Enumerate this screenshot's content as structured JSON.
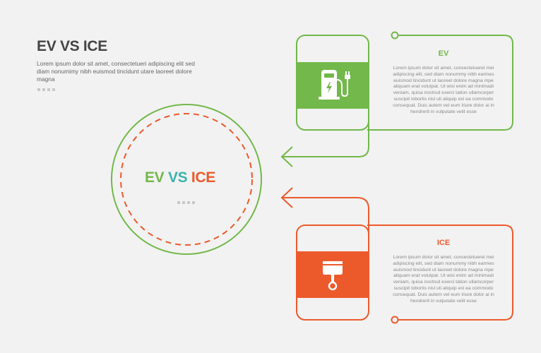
{
  "header": {
    "title": "EV VS ICE",
    "description": "Lorem ipsum dolor sit amet, consectetueri adipiscing elit sed diam nonumimy nibh euismod tincidunt utare laoreet dolore magna"
  },
  "center": {
    "part1": "EV",
    "part2": "VS",
    "part3": "ICE"
  },
  "panels": [
    {
      "title": "EV",
      "icon": "ev-charging-station-icon",
      "text": "Lorem ipsum dolor sit amet, consectetuerei mei adipiscing elit, sed diam nonummy nibh earmes euismod tincidunt ut laoreet dolore magna mpe aliquam erat volutpat. Ut wisi enim ad minimadi veniam, quisa nostrud exerci tation ullamcorper suscipit lobortis nisl uti aliquip exi ea commodo consequat. Duis autem vel eum iriure dolor ai in hendrerit in vulputate velit esse"
    },
    {
      "title": "ICE",
      "icon": "engine-piston-icon",
      "text": "Lorem ipsum dolor sit amet, consectetuerei mei adipiscing elit, sed diam nonummy nibh earmes euismod tincidunt ut laoreet dolore magna mpe aliquam erat volutpat. Ut wisi enim ad minimadi veniam, quisa nostrud exerci tation ullamcorper suscipit lobortis nisl uti aliquip exi ea commodo consequat. Duis autem vel eum iriure dolor ai in hendrerit in vulputate velit esse"
    }
  ],
  "colors": {
    "green": "#72b84a",
    "teal": "#3cb4ac",
    "orange": "#ec5a2c",
    "background": "#f2f2f2"
  }
}
